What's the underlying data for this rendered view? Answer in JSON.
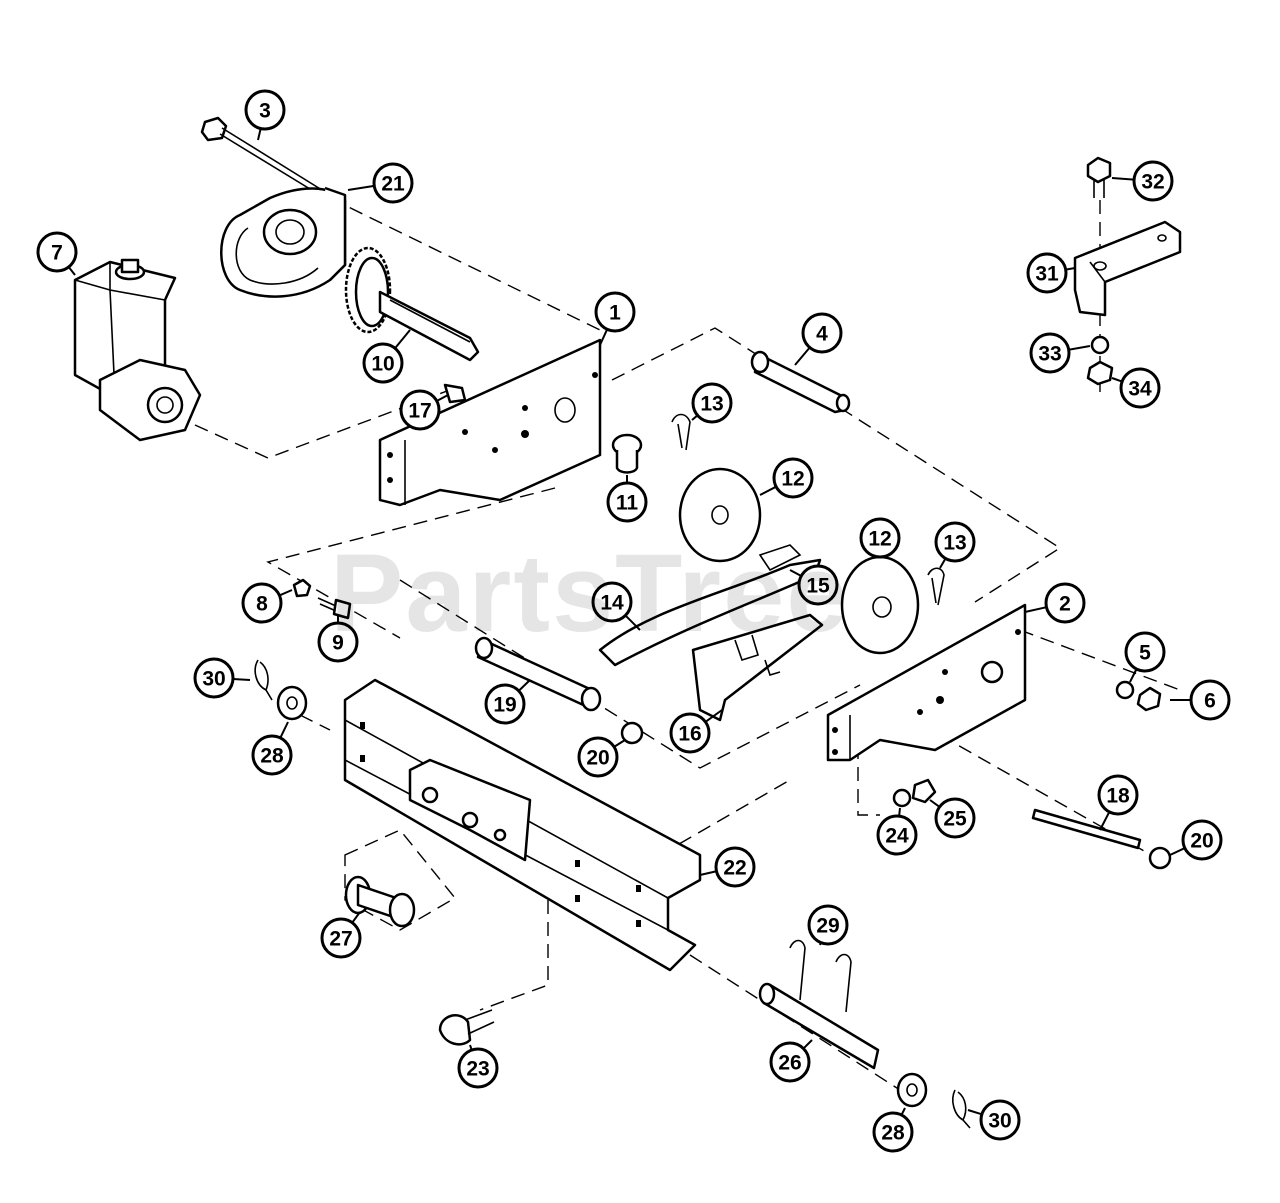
{
  "watermark": "PartsTree",
  "callouts": [
    {
      "label": "1",
      "name": "part-1"
    },
    {
      "label": "2",
      "name": "part-2"
    },
    {
      "label": "3",
      "name": "part-3"
    },
    {
      "label": "4",
      "name": "part-4"
    },
    {
      "label": "5",
      "name": "part-5"
    },
    {
      "label": "6",
      "name": "part-6"
    },
    {
      "label": "7",
      "name": "part-7"
    },
    {
      "label": "8",
      "name": "part-8"
    },
    {
      "label": "9",
      "name": "part-9"
    },
    {
      "label": "10",
      "name": "part-10"
    },
    {
      "label": "11",
      "name": "part-11"
    },
    {
      "label": "12",
      "name": "part-12-upper"
    },
    {
      "label": "12",
      "name": "part-12-lower"
    },
    {
      "label": "13",
      "name": "part-13-upper"
    },
    {
      "label": "13",
      "name": "part-13-lower"
    },
    {
      "label": "14",
      "name": "part-14"
    },
    {
      "label": "15",
      "name": "part-15"
    },
    {
      "label": "16",
      "name": "part-16"
    },
    {
      "label": "17",
      "name": "part-17"
    },
    {
      "label": "18",
      "name": "part-18"
    },
    {
      "label": "19",
      "name": "part-19"
    },
    {
      "label": "20",
      "name": "part-20-left"
    },
    {
      "label": "20",
      "name": "part-20-right"
    },
    {
      "label": "21",
      "name": "part-21"
    },
    {
      "label": "22",
      "name": "part-22"
    },
    {
      "label": "23",
      "name": "part-23"
    },
    {
      "label": "24",
      "name": "part-24"
    },
    {
      "label": "25",
      "name": "part-25"
    },
    {
      "label": "26",
      "name": "part-26"
    },
    {
      "label": "27",
      "name": "part-27"
    },
    {
      "label": "28",
      "name": "part-28-left"
    },
    {
      "label": "28",
      "name": "part-28-right"
    },
    {
      "label": "29",
      "name": "part-29"
    },
    {
      "label": "30",
      "name": "part-30-left"
    },
    {
      "label": "30",
      "name": "part-30-right"
    },
    {
      "label": "31",
      "name": "part-31"
    },
    {
      "label": "32",
      "name": "part-32"
    },
    {
      "label": "33",
      "name": "part-33"
    },
    {
      "label": "34",
      "name": "part-34"
    }
  ]
}
